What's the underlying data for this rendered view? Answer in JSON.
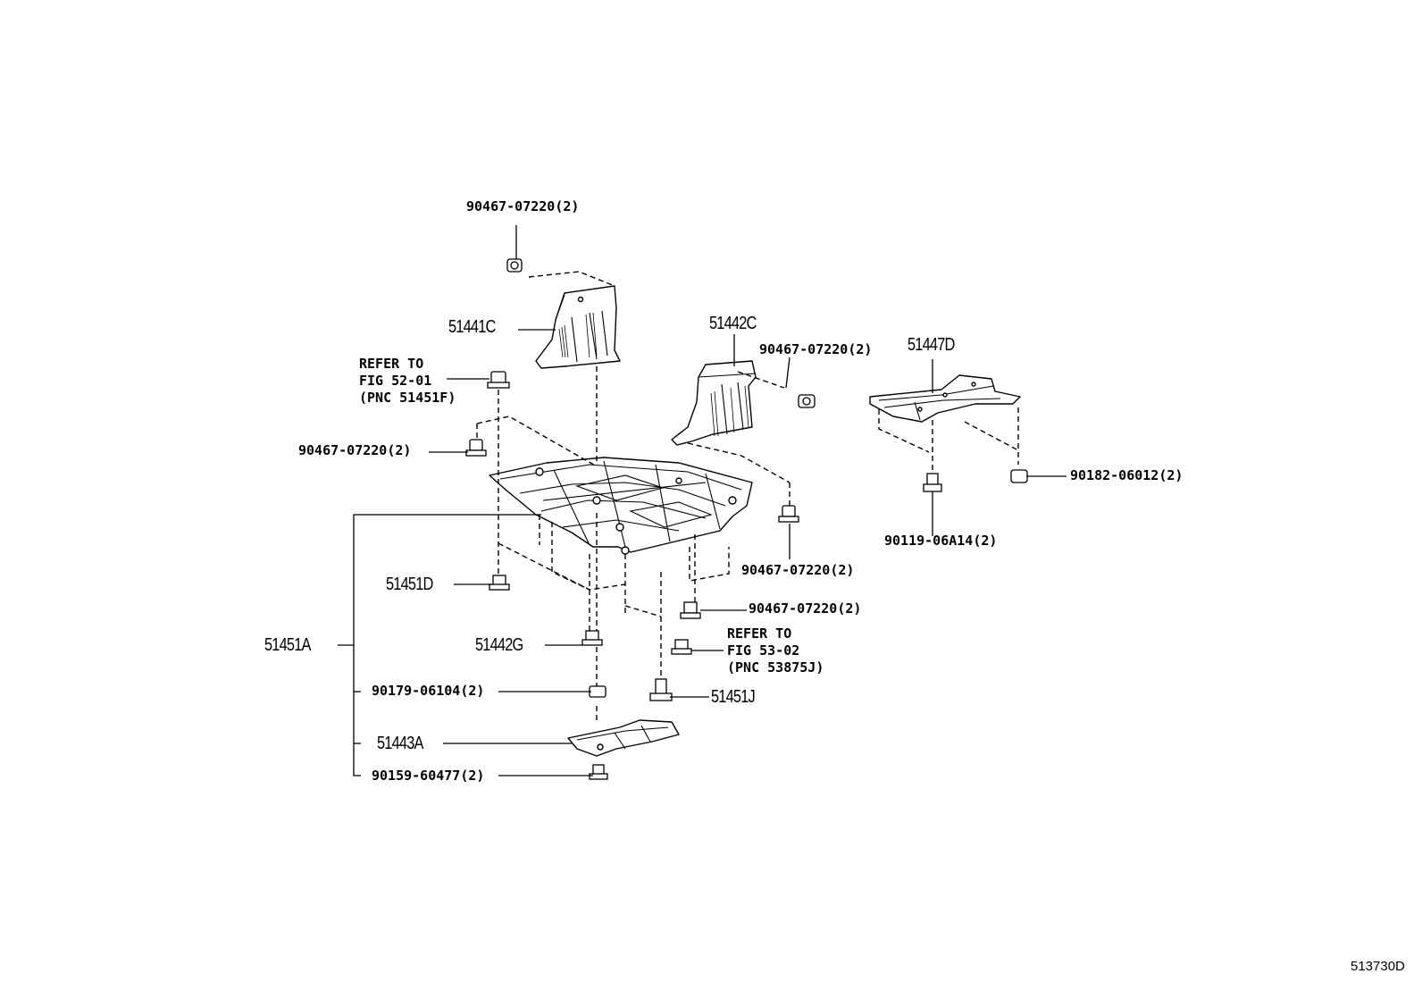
{
  "diagram": {
    "figure_id": "513730D",
    "labels": {
      "nut_top": "90467-07220(2)",
      "p51441C": "51441C",
      "refer_fig_52_01": [
        "REFER TO",
        "FIG 52-01",
        "(PNC 51451F)"
      ],
      "clip_left": "90467-07220(2)",
      "p51442C": "51442C",
      "clip_mid": "90467-07220(2)",
      "p51447D": "51447D",
      "nut_right": "90182-06012(2)",
      "bolt_right": "90119-06A14(2)",
      "clip_right_lower": "90467-07220(2)",
      "p51451D": "51451D",
      "clip_bottom": "90467-07220(2)",
      "refer_fig_53_02": [
        "REFER TO",
        "FIG 53-02",
        "(PNC 53875J)"
      ],
      "p51451A": "51451A",
      "p51442G": "51442G",
      "screw": "90179-06104(2)",
      "p51451J": "51451J",
      "p51443A": "51443A",
      "bottom_clip": "90159-60477(2)"
    }
  }
}
